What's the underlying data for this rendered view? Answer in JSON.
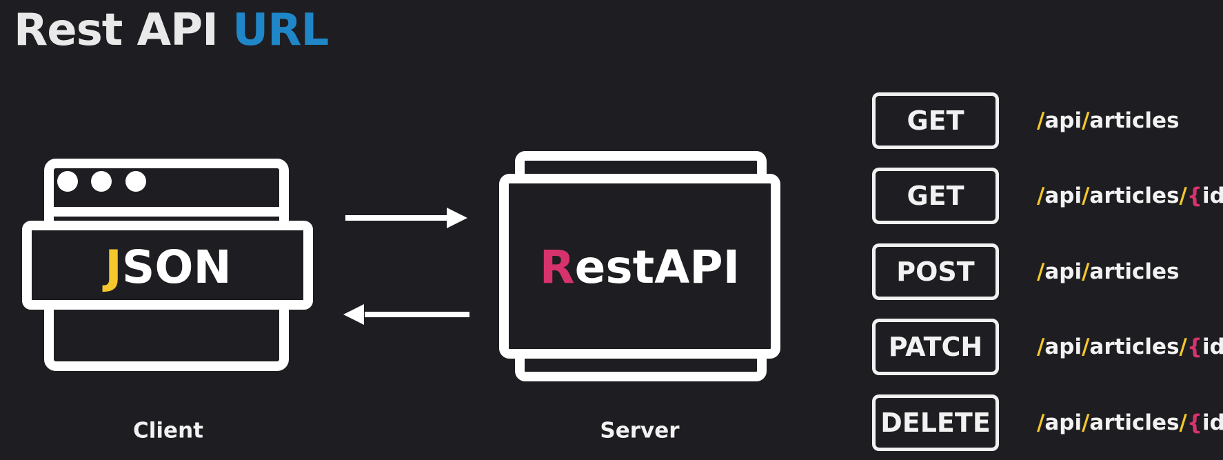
{
  "title": {
    "part1": "Rest API",
    "part2": "URL"
  },
  "client": {
    "box_label_accent": "J",
    "box_label_rest": "SON",
    "caption": "Client"
  },
  "server": {
    "box_label_accent": "R",
    "box_label_rest": "estAPI",
    "caption": "Server"
  },
  "routes": [
    {
      "method": "GET",
      "path": [
        "/",
        "api",
        "/",
        "articles"
      ]
    },
    {
      "method": "GET",
      "path": [
        "/",
        "api",
        "/",
        "articles",
        "/",
        "{",
        "id",
        "}"
      ]
    },
    {
      "method": "POST",
      "path": [
        "/",
        "api",
        "/",
        "articles"
      ]
    },
    {
      "method": "PATCH",
      "path": [
        "/",
        "api",
        "/",
        "articles",
        "/",
        "{",
        "id",
        "}"
      ]
    },
    {
      "method": "DELETE",
      "path": [
        "/",
        "api",
        "/",
        "articles",
        "/",
        "{",
        "id",
        "}"
      ]
    }
  ],
  "colors": {
    "background": "#1e1e22",
    "title_accent": "#1f86c8",
    "json_accent": "#f4c72c",
    "restapi_accent": "#d6336c",
    "slash": "#f4c72c",
    "brace": "#d6336c"
  },
  "icons": [
    "browser-window-icon",
    "server-stack-icon",
    "arrow-right-icon",
    "arrow-left-icon"
  ]
}
